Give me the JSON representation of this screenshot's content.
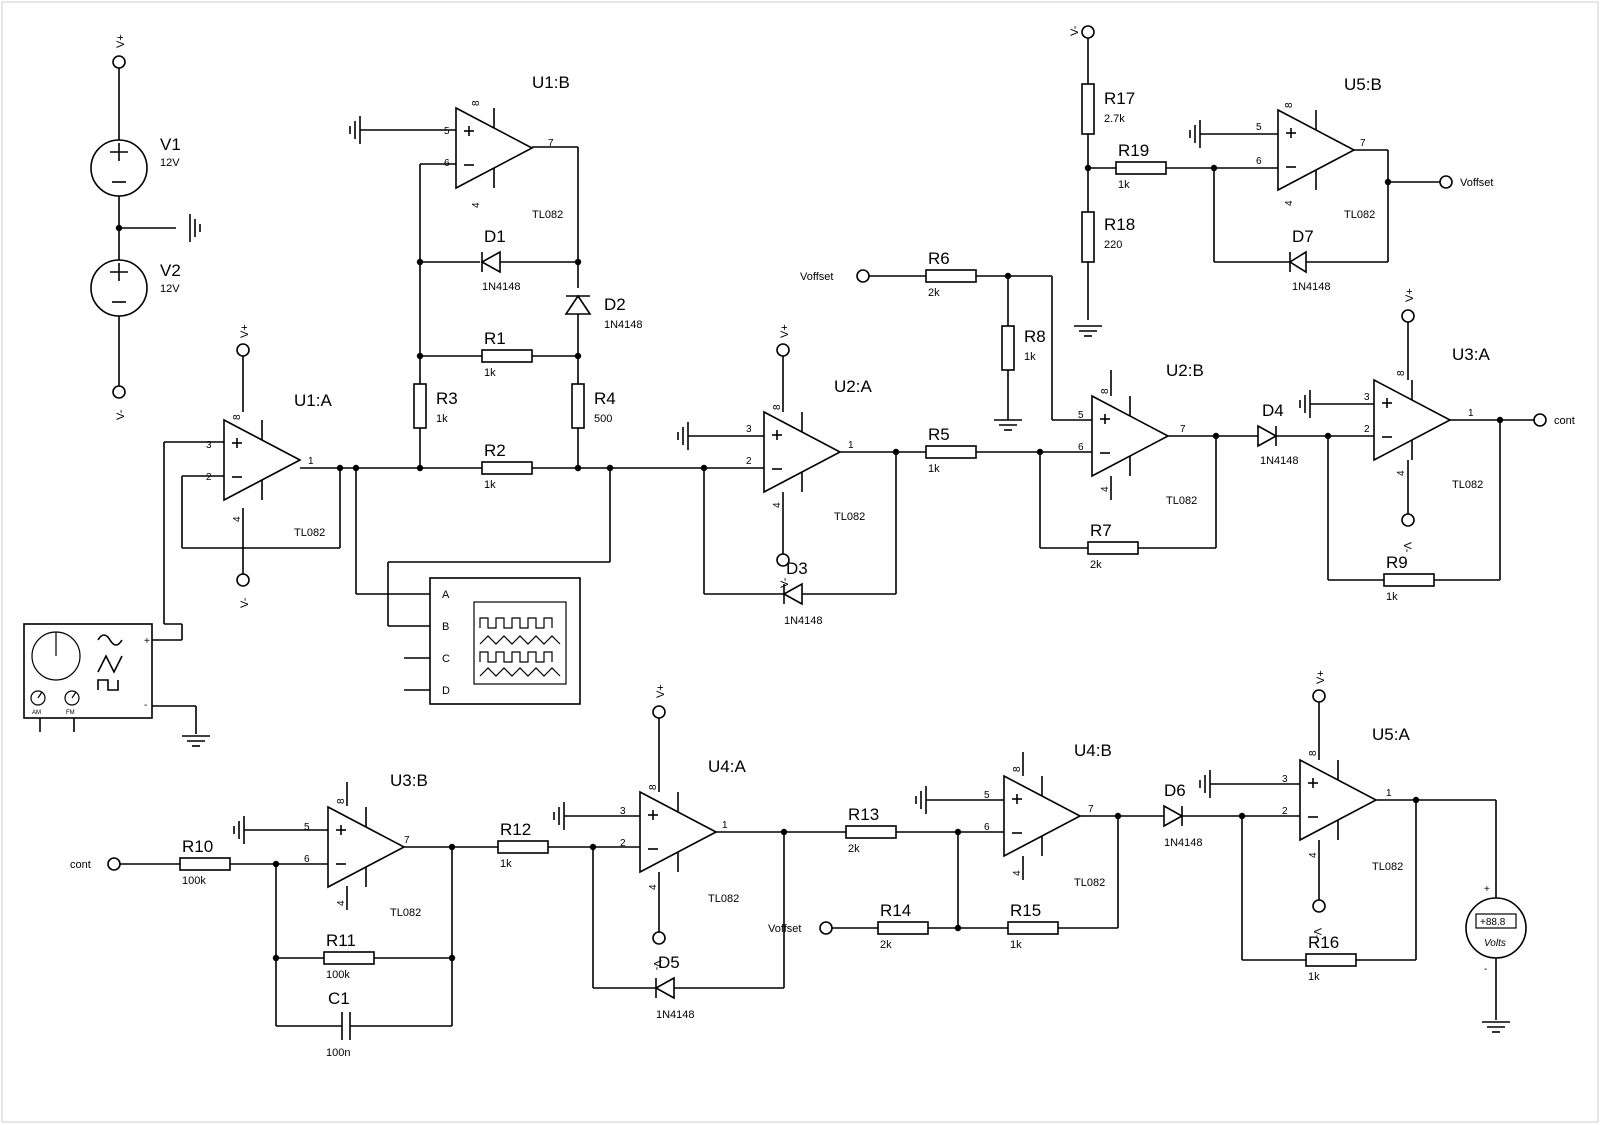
{
  "diagram": {
    "colors": {
      "wire": "#000000",
      "background": "#ffffff",
      "frame": "#cfcfcf"
    },
    "rail_labels": {
      "pos": "V+",
      "neg": "V-"
    },
    "net_labels": {
      "voffset": "Voffset",
      "cont": "cont"
    },
    "sources": [
      {
        "id": "V1",
        "value": "12V"
      },
      {
        "id": "V2",
        "value": "12V"
      }
    ],
    "opamps": [
      {
        "id": "U1:A",
        "part": "TL082",
        "pins": {
          "plus": "3",
          "minus": "2",
          "out": "1",
          "vcc": "8",
          "vee": "4"
        }
      },
      {
        "id": "U1:B",
        "part": "TL082",
        "pins": {
          "plus": "5",
          "minus": "6",
          "out": "7",
          "vcc": "8",
          "vee": "4"
        }
      },
      {
        "id": "U2:A",
        "part": "TL082",
        "pins": {
          "plus": "3",
          "minus": "2",
          "out": "1",
          "vcc": "8",
          "vee": "4"
        }
      },
      {
        "id": "U2:B",
        "part": "TL082",
        "pins": {
          "plus": "5",
          "minus": "6",
          "out": "7",
          "vcc": "8",
          "vee": "4"
        }
      },
      {
        "id": "U3:A",
        "part": "TL082",
        "pins": {
          "plus": "3",
          "minus": "2",
          "out": "1",
          "vcc": "8",
          "vee": "4"
        }
      },
      {
        "id": "U5:B",
        "part": "TL082",
        "pins": {
          "plus": "5",
          "minus": "6",
          "out": "7",
          "vcc": "8",
          "vee": "4"
        }
      },
      {
        "id": "U3:B",
        "part": "TL082",
        "pins": {
          "plus": "5",
          "minus": "6",
          "out": "7",
          "vcc": "8",
          "vee": "4"
        }
      },
      {
        "id": "U4:A",
        "part": "TL082",
        "pins": {
          "plus": "3",
          "minus": "2",
          "out": "1",
          "vcc": "8",
          "vee": "4"
        }
      },
      {
        "id": "U4:B",
        "part": "TL082",
        "pins": {
          "plus": "5",
          "minus": "6",
          "out": "7",
          "vcc": "8",
          "vee": "4"
        }
      },
      {
        "id": "U5:A",
        "part": "TL082",
        "pins": {
          "plus": "3",
          "minus": "2",
          "out": "1",
          "vcc": "8",
          "vee": "4"
        }
      }
    ],
    "resistors": [
      {
        "id": "R1",
        "value": "1k"
      },
      {
        "id": "R2",
        "value": "1k"
      },
      {
        "id": "R3",
        "value": "1k"
      },
      {
        "id": "R4",
        "value": "500"
      },
      {
        "id": "R5",
        "value": "1k"
      },
      {
        "id": "R6",
        "value": "2k"
      },
      {
        "id": "R7",
        "value": "2k"
      },
      {
        "id": "R8",
        "value": "1k"
      },
      {
        "id": "R9",
        "value": "1k"
      },
      {
        "id": "R10",
        "value": "100k"
      },
      {
        "id": "R11",
        "value": "100k"
      },
      {
        "id": "R12",
        "value": "1k"
      },
      {
        "id": "R13",
        "value": "2k"
      },
      {
        "id": "R14",
        "value": "2k"
      },
      {
        "id": "R15",
        "value": "1k"
      },
      {
        "id": "R16",
        "value": "1k"
      },
      {
        "id": "R17",
        "value": "2.7k"
      },
      {
        "id": "R18",
        "value": "220"
      },
      {
        "id": "R19",
        "value": "1k"
      }
    ],
    "diodes": [
      {
        "id": "D1",
        "value": "1N4148"
      },
      {
        "id": "D2",
        "value": "1N4148"
      },
      {
        "id": "D3",
        "value": "1N4148"
      },
      {
        "id": "D4",
        "value": "1N4148"
      },
      {
        "id": "D5",
        "value": "1N4148"
      },
      {
        "id": "D6",
        "value": "1N4148"
      },
      {
        "id": "D7",
        "value": "1N4148"
      }
    ],
    "capacitors": [
      {
        "id": "C1",
        "value": "100n"
      }
    ],
    "oscilloscope": {
      "channels": [
        "A",
        "B",
        "C",
        "D"
      ]
    },
    "generator": {
      "knob_am": "AM",
      "knob_fm": "FM",
      "plus": "+",
      "minus": "-"
    },
    "voltmeter": {
      "display": "+88.8",
      "unit": "Volts",
      "plus": "+",
      "minus": "-"
    }
  }
}
